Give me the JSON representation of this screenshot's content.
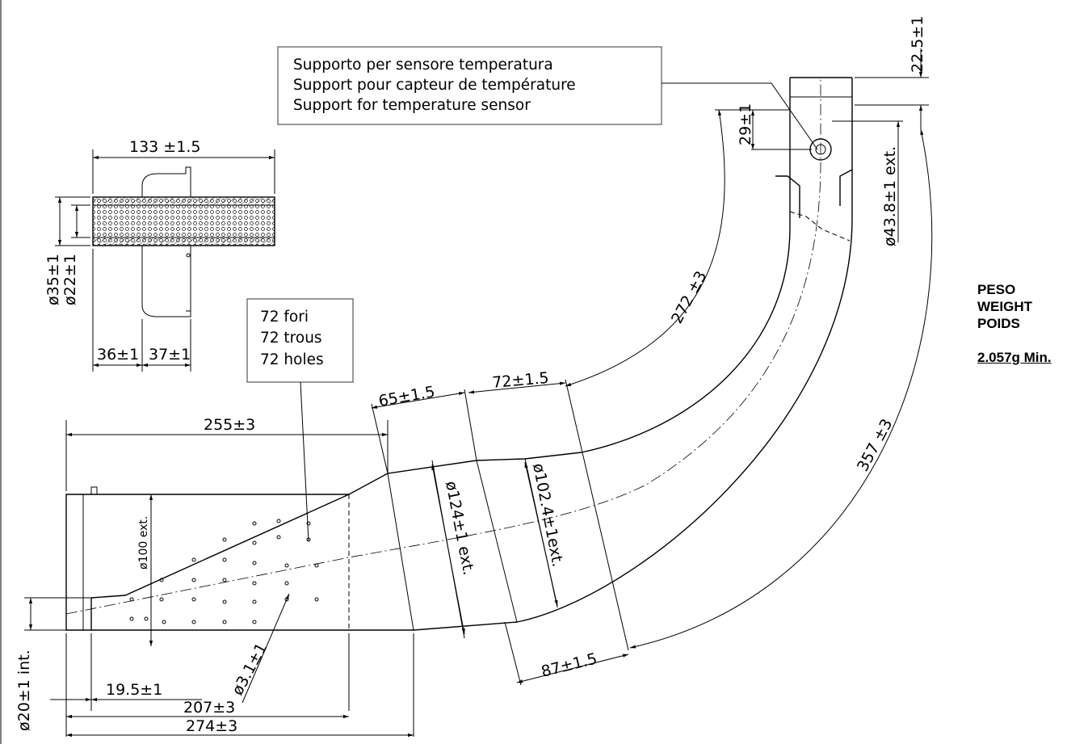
{
  "sensor_note": {
    "line1": "Supporto per sensore temperatura",
    "line2": "Support pour capteur de température",
    "line3": "Support for temperature sensor"
  },
  "holes_note": {
    "line1": "72 fori",
    "line2": "72 trous",
    "line3": "72 holes"
  },
  "section_dims": {
    "width": "133  ±1.5",
    "d35": "ø35±1",
    "d22": "ø22±1",
    "w36": "36±1",
    "w37": "37±1"
  },
  "main_dims": {
    "d22_5": "22.5±1",
    "d29": "29±1",
    "d43_8": "ø43.8±1  ext.",
    "arc272": "272  ±3",
    "arc357": "357  ±3",
    "d65": "65±1.5",
    "d72": "72±1.5",
    "d255": "255±3",
    "d100": "ø100  ext.",
    "d124": "ø124±1  ext.",
    "d102": "ø102.4±1ext.",
    "d87": "87±1.5",
    "d3_1": "ø3.1±1",
    "d19_5": "19.5±1",
    "d207": "207±3",
    "d274": "274±3",
    "d20": "ø20±1  int."
  },
  "weight": {
    "l1": "PESO",
    "l2": "WEIGHT",
    "l3": "POIDS",
    "value": "2.057g Min."
  }
}
